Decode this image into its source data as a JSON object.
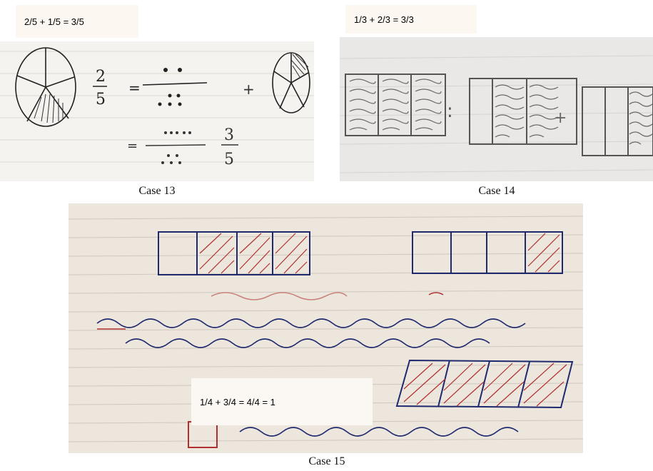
{
  "cases": [
    {
      "caption": "Case 13",
      "equation": "2/5 + 1/5 = 3/5",
      "handwritten": {
        "frac_numerator": "2",
        "frac_denominator": "5",
        "result_numerator": "3",
        "result_denominator": "5",
        "equals": "=",
        "plus": "+"
      }
    },
    {
      "caption": "Case 14",
      "equation": "1/3 + 2/3 = 3/3",
      "handwritten": {
        "equals": ":",
        "plus": "+"
      }
    },
    {
      "caption": "Case 15",
      "equation": "1/4 + 3/4 = 4/4 = 1"
    }
  ]
}
